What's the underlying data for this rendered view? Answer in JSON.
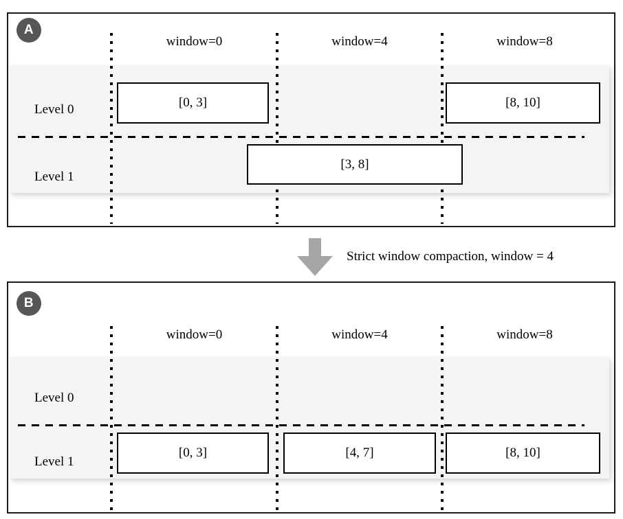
{
  "figure": {
    "title": "Strict window compaction",
    "colors": {
      "badge_fill": "#565656",
      "badge_text": "#ffffff",
      "band_fill": "#f4f4f4",
      "box_border": "#000000",
      "box_fill": "#ffffff",
      "arrow_fill": "#a6a6a6",
      "panel_border": "#1a1a1a"
    }
  },
  "transition": {
    "caption": "Strict window compaction, window = 4",
    "arrow_icon": "arrow-down-icon"
  },
  "panels": [
    {
      "id": "A",
      "badge_label": "A",
      "columns": [
        {
          "label": "window=0",
          "value": 0
        },
        {
          "label": "window=4",
          "value": 4
        },
        {
          "label": "window=8",
          "value": 8
        }
      ],
      "levels": [
        {
          "label": "Level 0",
          "index": 0
        },
        {
          "label": "Level 1",
          "index": 1
        }
      ],
      "intervals": [
        {
          "label": "[0, 3]",
          "level": 0,
          "start": 0,
          "end": 3
        },
        {
          "label": "[8, 10]",
          "level": 0,
          "start": 8,
          "end": 10
        },
        {
          "label": "[3, 8]",
          "level": 1,
          "start": 3,
          "end": 8
        }
      ]
    },
    {
      "id": "B",
      "badge_label": "B",
      "columns": [
        {
          "label": "window=0",
          "value": 0
        },
        {
          "label": "window=4",
          "value": 4
        },
        {
          "label": "window=8",
          "value": 8
        }
      ],
      "levels": [
        {
          "label": "Level 0",
          "index": 0
        },
        {
          "label": "Level 1",
          "index": 1
        }
      ],
      "intervals": [
        {
          "label": "[0, 3]",
          "level": 1,
          "start": 0,
          "end": 3
        },
        {
          "label": "[4, 7]",
          "level": 1,
          "start": 4,
          "end": 7
        },
        {
          "label": "[8, 10]",
          "level": 1,
          "start": 8,
          "end": 10
        }
      ]
    }
  ]
}
